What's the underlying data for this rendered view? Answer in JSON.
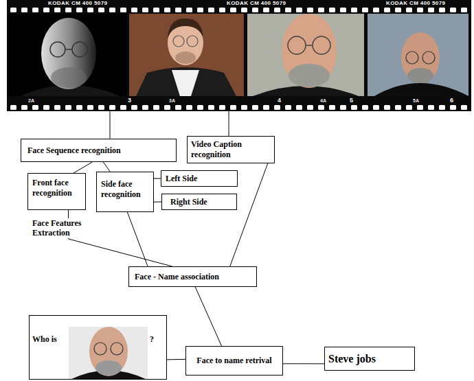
{
  "diagram": {
    "nodes": [
      {
        "text": [
          "Face Sequence recognition"
        ]
      },
      {
        "text": [
          "Video Caption recognition"
        ]
      },
      {
        "text": [
          "Front face recognition"
        ]
      },
      {
        "text": [
          "Side face recognition"
        ]
      },
      {
        "text": [
          "Left Side"
        ]
      },
      {
        "text": [
          "Right Side"
        ]
      },
      {
        "text": [
          "Face - Name association"
        ]
      },
      {
        "text": [
          "Who is",
          "?"
        ]
      },
      {
        "text": [
          "Face to name retrival"
        ]
      },
      {
        "text": [
          "Steve jobs"
        ]
      }
    ],
    "edges": [
      {
        "from": 0,
        "to": 2,
        "arrow": "none"
      },
      {
        "from": 0,
        "to": 3,
        "arrow": "none"
      },
      {
        "from": 3,
        "to": 4,
        "arrow": "none"
      },
      {
        "from": 3,
        "to": 5,
        "arrow": "none"
      },
      {
        "from": 2,
        "to": 6,
        "arrow": "none"
      },
      {
        "from": 3,
        "to": 6,
        "arrow": "none"
      },
      {
        "from": 1,
        "to": 6,
        "arrow": "none"
      },
      {
        "from": 6,
        "to": 8,
        "arrow": "none"
      },
      {
        "from": 7,
        "to": 8,
        "arrow": "none"
      },
      {
        "from": 8,
        "to": 9,
        "arrow": "none"
      }
    ],
    "labels": [
      "KODAK CM 400 5079",
      "KODAK CM 400 5079",
      "KODAK CM 400 5079",
      "2A",
      "3",
      "3A",
      "4",
      "4A",
      "5",
      "5A",
      "6",
      "Face Features Extraction"
    ]
  }
}
